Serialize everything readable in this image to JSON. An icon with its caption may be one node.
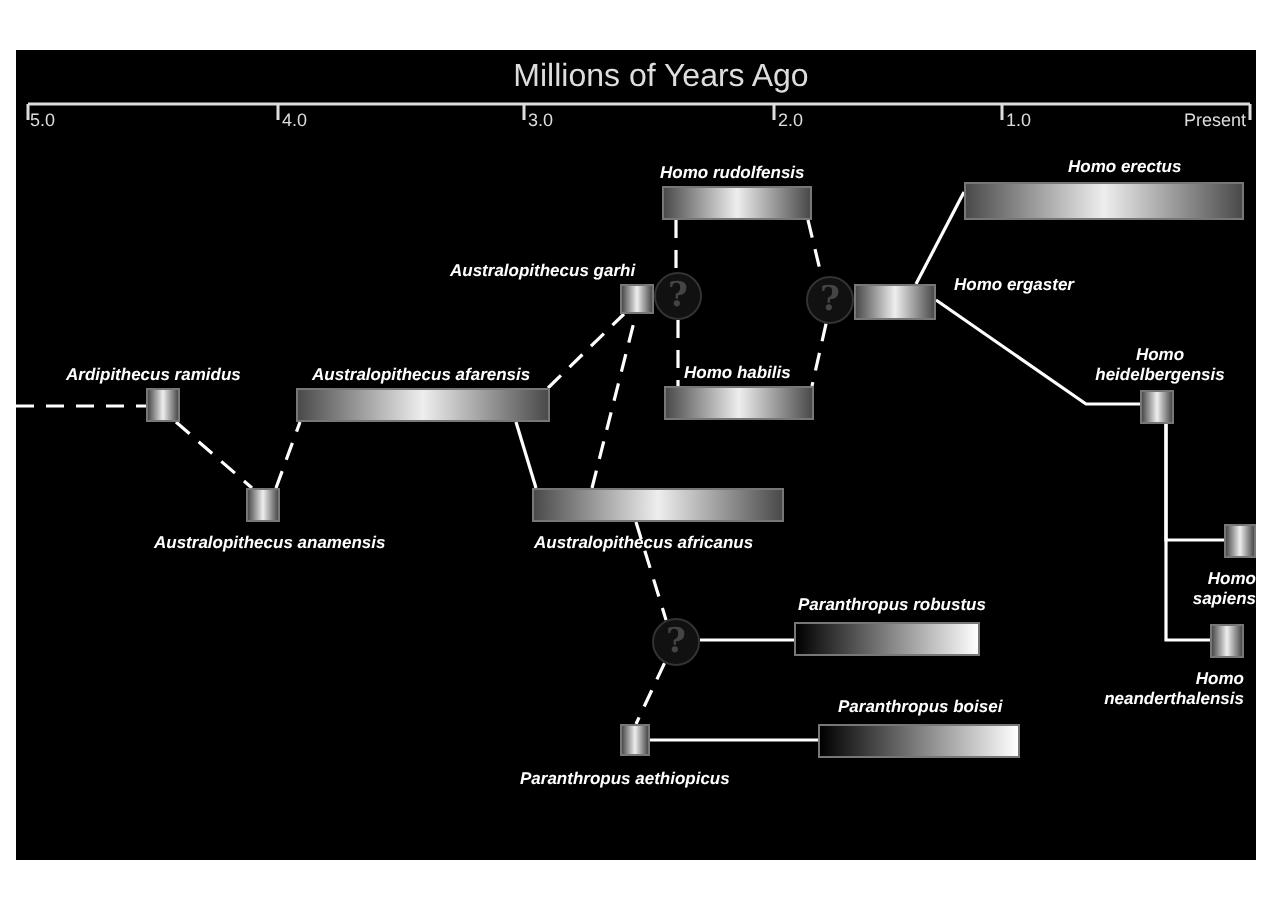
{
  "diagram": {
    "nodes": [
      {
        "text": [
          "Ardipithecus ramidus"
        ]
      },
      {
        "text": [
          "Australopithecus anamensis"
        ]
      },
      {
        "text": [
          "Australopithecus afarensis"
        ]
      },
      {
        "text": [
          "Australopithecus garhi"
        ]
      },
      {
        "text": [
          "Australopithecus africanus"
        ]
      },
      {
        "text": [
          "Homo rudolfensis"
        ]
      },
      {
        "text": [
          "?"
        ]
      },
      {
        "text": [
          "Homo habilis"
        ]
      },
      {
        "text": [
          "?"
        ]
      },
      {
        "text": [
          "Homo ergaster"
        ]
      },
      {
        "text": [
          "Homo erectus"
        ]
      },
      {
        "text": [
          "Homo heidelbergensis"
        ]
      },
      {
        "text": [
          "Homo sapiens"
        ]
      },
      {
        "text": [
          "Homo neanderthalensis"
        ]
      },
      {
        "text": [
          "?"
        ]
      },
      {
        "text": [
          "Paranthropus robustus"
        ]
      },
      {
        "text": [
          "Paranthropus aethiopicus"
        ]
      },
      {
        "text": [
          "Paranthropus boisei"
        ]
      }
    ],
    "edges": [
      {
        "from": null,
        "to": 0,
        "arrow": "none",
        "style": "dashed"
      },
      {
        "from": 0,
        "to": 1,
        "arrow": "none",
        "style": "dashed"
      },
      {
        "from": 1,
        "to": 2,
        "arrow": "none",
        "style": "dashed"
      },
      {
        "from": 2,
        "to": 3,
        "arrow": "none",
        "style": "dashed"
      },
      {
        "from": 2,
        "to": 4,
        "arrow": "none"
      },
      {
        "from": 4,
        "to": 3,
        "arrow": "none",
        "style": "dashed"
      },
      {
        "from": 5,
        "to": 6,
        "arrow": "none",
        "style": "dashed"
      },
      {
        "from": 6,
        "to": 7,
        "arrow": "none",
        "style": "dashed"
      },
      {
        "from": 5,
        "to": 8,
        "arrow": "none",
        "style": "dashed"
      },
      {
        "from": 8,
        "to": 7,
        "arrow": "none",
        "style": "dashed"
      },
      {
        "from": 9,
        "to": 10,
        "arrow": "none"
      },
      {
        "from": 9,
        "to": 11,
        "arrow": "none"
      },
      {
        "from": 11,
        "to": 12,
        "arrow": "none"
      },
      {
        "from": 11,
        "to": 13,
        "arrow": "none"
      },
      {
        "from": 4,
        "to": 14,
        "arrow": "none",
        "style": "dashed"
      },
      {
        "from": 14,
        "to": 16,
        "arrow": "none",
        "style": "dashed"
      },
      {
        "from": 14,
        "to": 15,
        "arrow": "none"
      },
      {
        "from": 16,
        "to": 17,
        "arrow": "none"
      }
    ],
    "labels": [
      "Millions of Years Ago",
      "5.0",
      "4.0",
      "3.0",
      "2.0",
      "1.0",
      "Present"
    ]
  }
}
